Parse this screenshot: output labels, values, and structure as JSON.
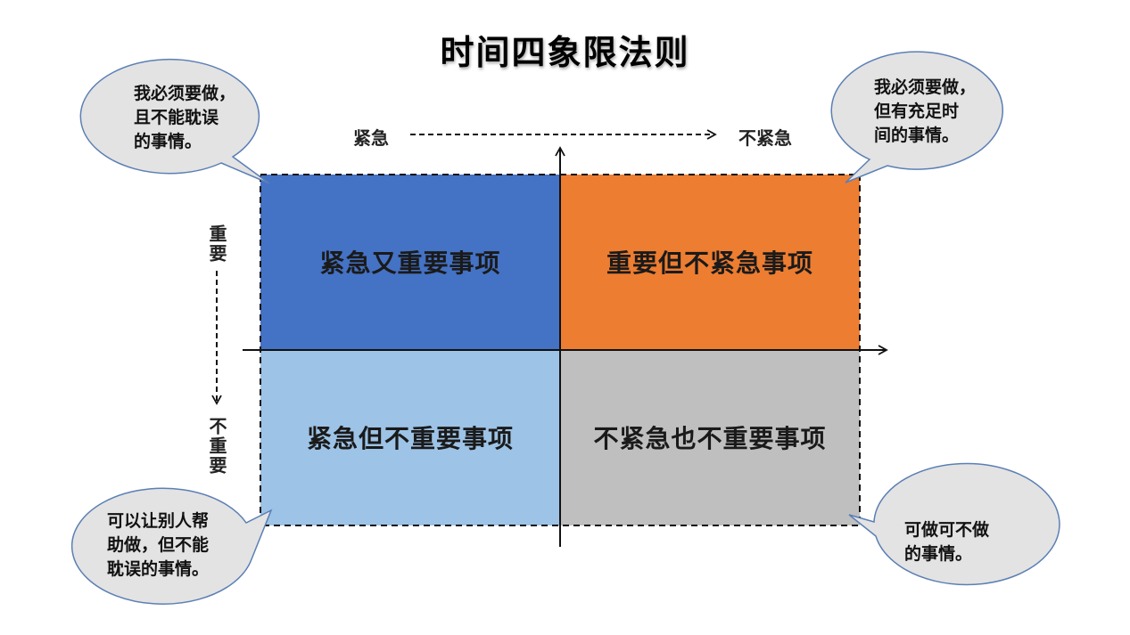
{
  "title": "时间四象限法则",
  "axes": {
    "urgent": "紧急",
    "not_urgent": "不紧急",
    "important": "重要",
    "not_important": "不重要"
  },
  "quadrants": [
    {
      "label": "紧急又重要事项",
      "color": "#4472C4"
    },
    {
      "label": "重要但不紧急事项",
      "color": "#ED7D31"
    },
    {
      "label": "紧急但不重要事项",
      "color": "#9DC3E6"
    },
    {
      "label": "不紧急也不重要事项",
      "color": "#BFBFBF"
    }
  ],
  "bubbles": [
    {
      "text": "我必须要做，\n且不能耽误\n的事情。"
    },
    {
      "text": "我必须要做，\n但有充足时\n间的事情。"
    },
    {
      "text": "可以让别人帮\n助做，但不能\n耽误的事情。"
    },
    {
      "text": "可做可不做\n的事情。"
    }
  ],
  "colors": {
    "bubble_fill": "#E3E3E3",
    "bubble_stroke": "#5B7FB5",
    "line": "#111111"
  }
}
